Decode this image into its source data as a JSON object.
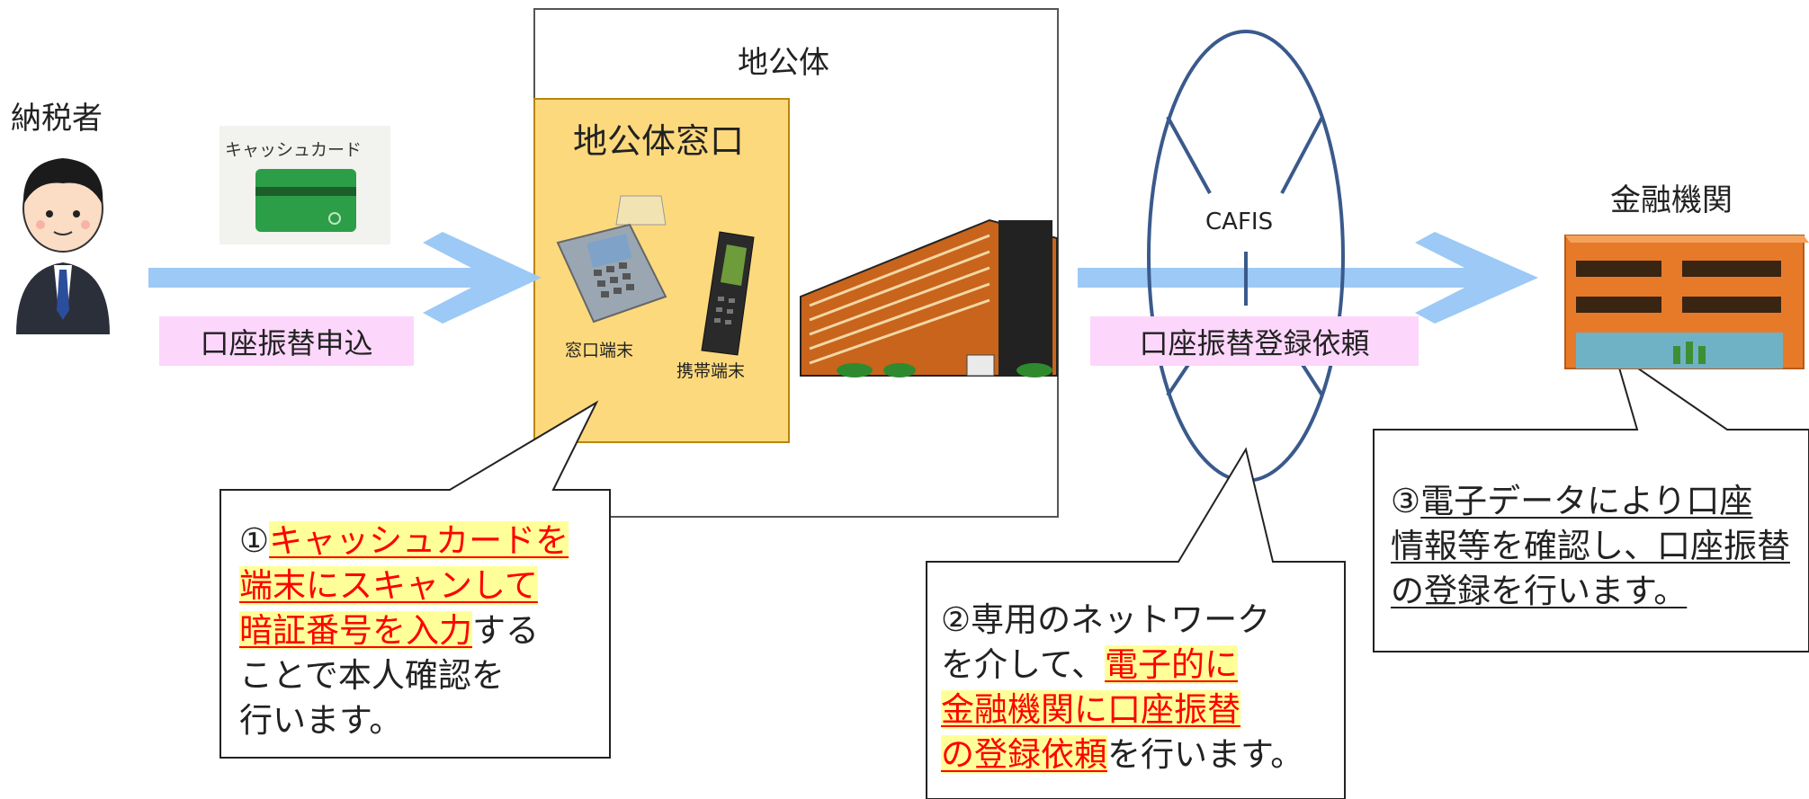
{
  "taxpayer": {
    "label": "納税者"
  },
  "cash_card": {
    "label": "キャッシュカード"
  },
  "step_application": {
    "label": "口座振替申込"
  },
  "local_gov": {
    "title": "地公体"
  },
  "counter": {
    "title": "地公体窓口",
    "terminal_label": "窓口端末",
    "mobile_label": "携帯端末"
  },
  "network": {
    "label": "CAFIS"
  },
  "step_registration": {
    "label": "口座振替登録依頼"
  },
  "bank": {
    "label": "金融機関"
  },
  "callout1": {
    "num": "①",
    "hl1": "キャッシュカードを",
    "hl2": "端末にスキャンして",
    "hl3": "暗証番号を入力",
    "tail3": "する",
    "line4": "ことで本人確認を",
    "line5": "行います。"
  },
  "callout2": {
    "line1": "②専用のネットワーク",
    "line2a": "を介して、",
    "hl2": "電子的に",
    "hl3": "金融機関に口座振替",
    "hl4": "の登録依頼",
    "tail4": "を行います。"
  },
  "callout3": {
    "num": "③",
    "ul1": "電子データにより口座",
    "ul2": "情報等を確認し、口座振替",
    "ul3": "の登録を行います。"
  },
  "colors": {
    "arrow": "#9cc9f5",
    "label_bg": "#fdd6fb",
    "counter_bg": "#fdd97d",
    "counter_border": "#b8860b",
    "network_ellipse": "#3a5a8c",
    "highlight_text": "#ff0000",
    "highlight_bg": "#ffff99"
  }
}
